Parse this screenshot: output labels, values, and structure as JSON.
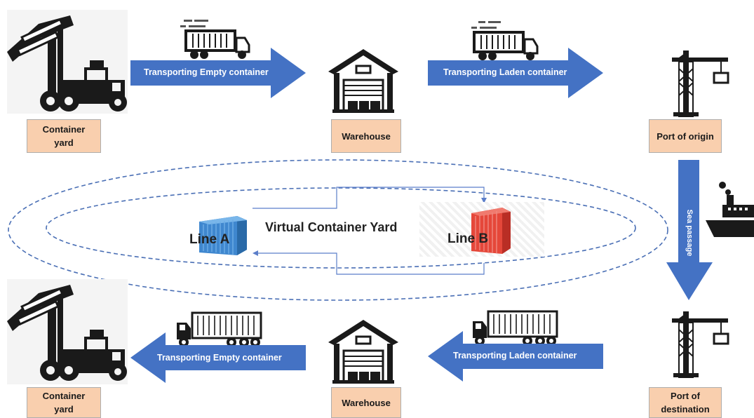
{
  "nodes": {
    "container_yard_top": "Container\nyard",
    "warehouse_top": "Warehouse",
    "port_of_origin": "Port of origin",
    "container_yard_bottom": "Container\nyard",
    "warehouse_bottom": "Warehouse",
    "port_of_destination": "Port of\ndestination"
  },
  "arrows": {
    "top_left": "Transporting Empty container",
    "top_right": "Transporting Laden container",
    "sea": "Sea passage",
    "bottom_right": "Transporting Laden container",
    "bottom_left": "Transporting Empty container"
  },
  "virtual_yard": {
    "title": "Virtual Container Yard",
    "line_a": "Line A",
    "line_b": "Line B"
  },
  "colors": {
    "arrow_fill": "#4472c4",
    "label_fill": "#f9cfae",
    "ellipse_stroke": "#4a6fb5",
    "container_a": "#4a90d9",
    "container_b": "#e8463c"
  },
  "icons": [
    "container-handler-icon",
    "truck-icon",
    "warehouse-icon",
    "port-crane-icon",
    "ship-icon",
    "shipping-container-icon"
  ]
}
